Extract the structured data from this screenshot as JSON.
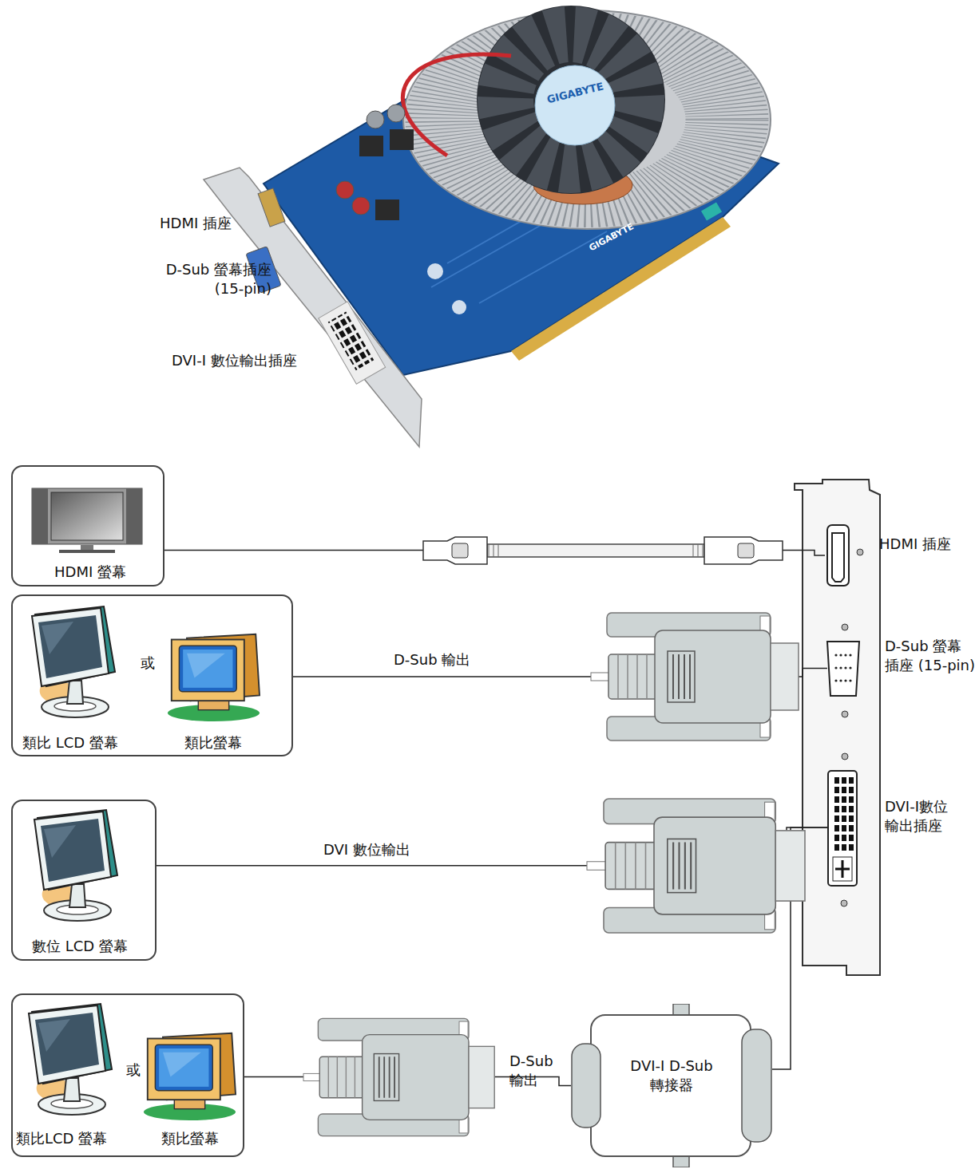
{
  "diagram": {
    "nodes": [
      {
        "text": [
          "HDMI 螢幕"
        ]
      },
      {
        "text": [
          "類比 LCD 螢幕",
          "或",
          "類比螢幕"
        ]
      },
      {
        "text": [
          "數位 LCD 螢幕"
        ]
      },
      {
        "text": [
          "類比LCD 螢幕",
          "或",
          "類比螢幕"
        ]
      },
      {
        "text": [
          "HDMI 插座"
        ]
      },
      {
        "text": [
          "D-Sub 螢幕 插座 (15-pin)"
        ]
      },
      {
        "text": [
          "DVI-I數位 輸出插座"
        ]
      },
      {
        "text": [
          "DVI-I D-Sub 轉接器"
        ]
      }
    ],
    "edges": [
      {
        "from": 0,
        "to": 4,
        "arrow": "none"
      },
      {
        "from": 1,
        "to": 5,
        "label": "D-Sub 輸出",
        "arrow": "none"
      },
      {
        "from": 2,
        "to": 6,
        "label": "DVI 數位輸出",
        "arrow": "none"
      },
      {
        "from": 3,
        "to": 7,
        "label": "D-Sub 輸出",
        "arrow": "none"
      },
      {
        "from": 7,
        "to": 6,
        "arrow": "none"
      }
    ],
    "labels": [
      "GIGABYTE",
      "GIGABYTE",
      "HDMI 插座",
      "D-Sub 螢幕插座 (15-pin)",
      "DVI-I 數位輸出插座"
    ]
  }
}
